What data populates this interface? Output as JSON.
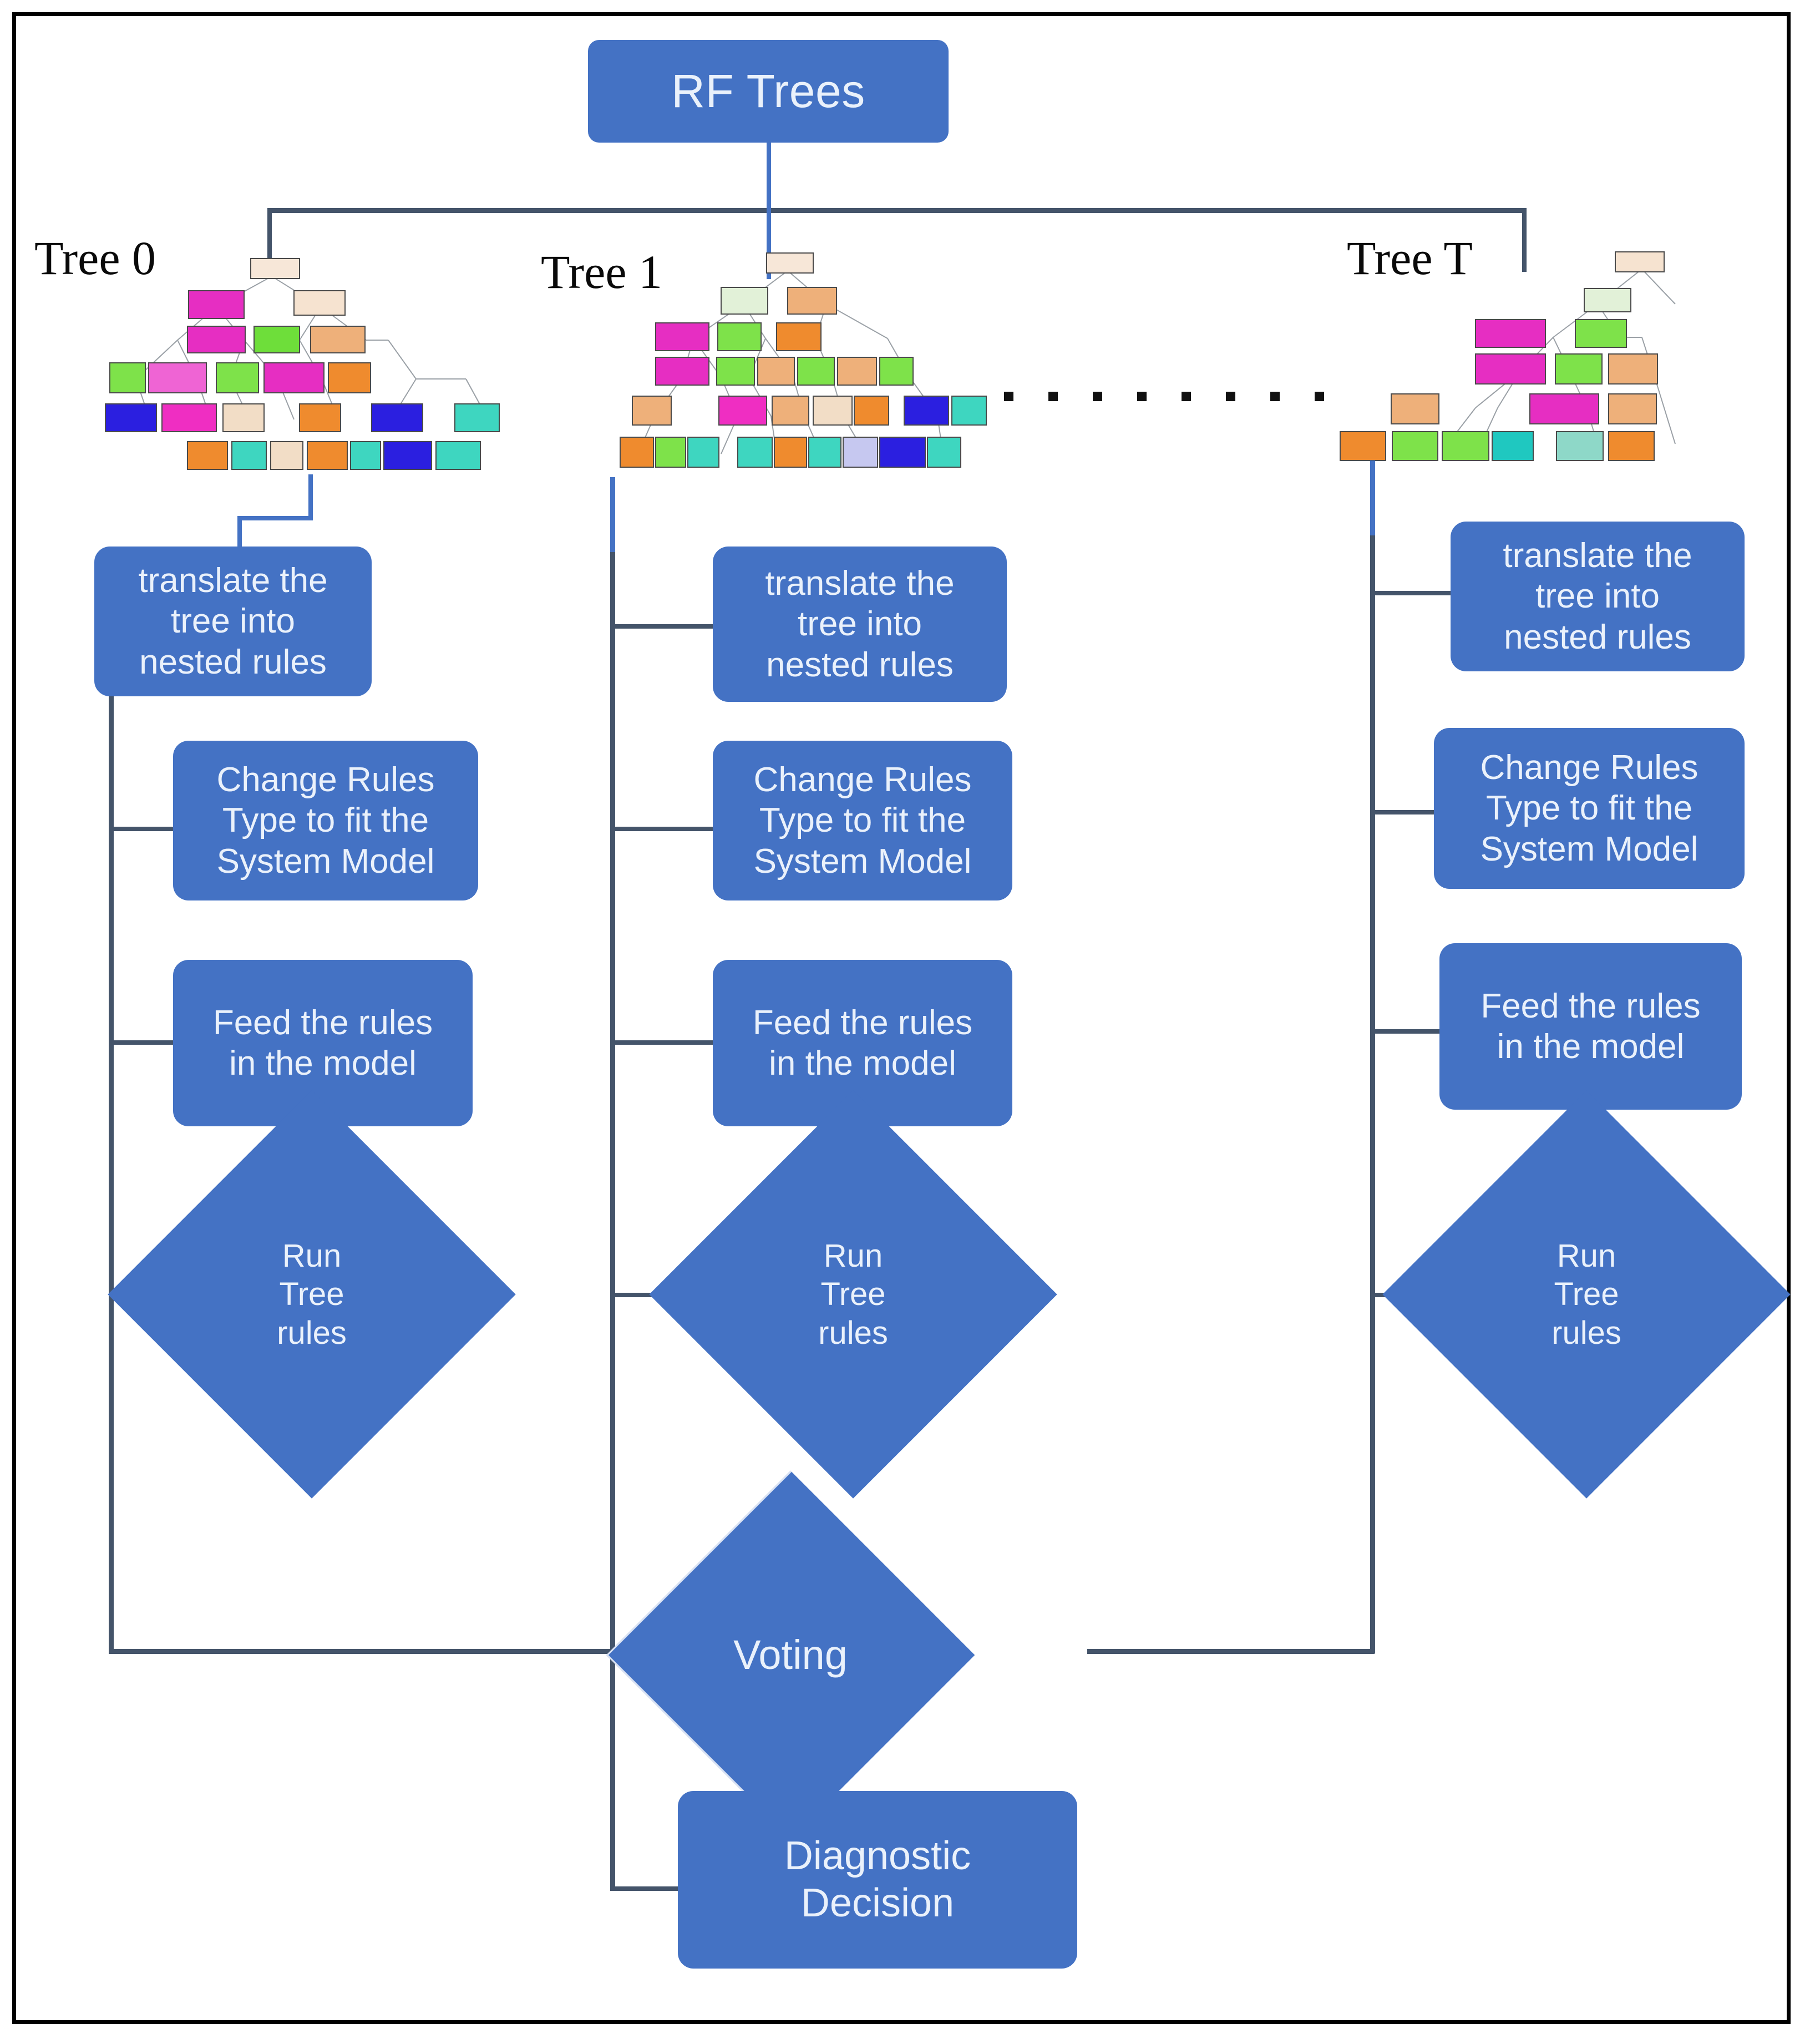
{
  "diagram": {
    "title": "RF Trees",
    "root_label": "RF Trees",
    "tree_labels": [
      "Tree 0",
      "Tree 1",
      "Tree T"
    ],
    "ellipsis_dot_count": 8,
    "accent_color": "#4472C4",
    "connector_color": "#44546A",
    "text_color": "#EAF1FB",
    "label_color": "#0A0A0A",
    "border_color": "#000000"
  },
  "columns": [
    {
      "tree_label": "Tree 0",
      "steps": [
        "translate the\ntree into\nnested rules",
        "Change Rules\nType to fit the\nSystem Model",
        "Feed the rules\nin the model"
      ],
      "decision": "Run\nTree\nrules"
    },
    {
      "tree_label": "Tree 1",
      "steps": [
        "translate the\ntree into\nnested rules",
        "Change Rules\nType to fit the\nSystem Model",
        "Feed the rules\nin the model"
      ],
      "decision": "Run\nTree\nrules"
    },
    {
      "tree_label": "Tree T",
      "steps": [
        "translate the\ntree into\nnested rules",
        "Change Rules\nType to fit the\nSystem Model",
        "Feed the rules\nin the model"
      ],
      "decision": "Run\nTree\nrules"
    }
  ],
  "aggregate": {
    "voting": "Voting",
    "output": "Diagnostic\nDecision"
  }
}
